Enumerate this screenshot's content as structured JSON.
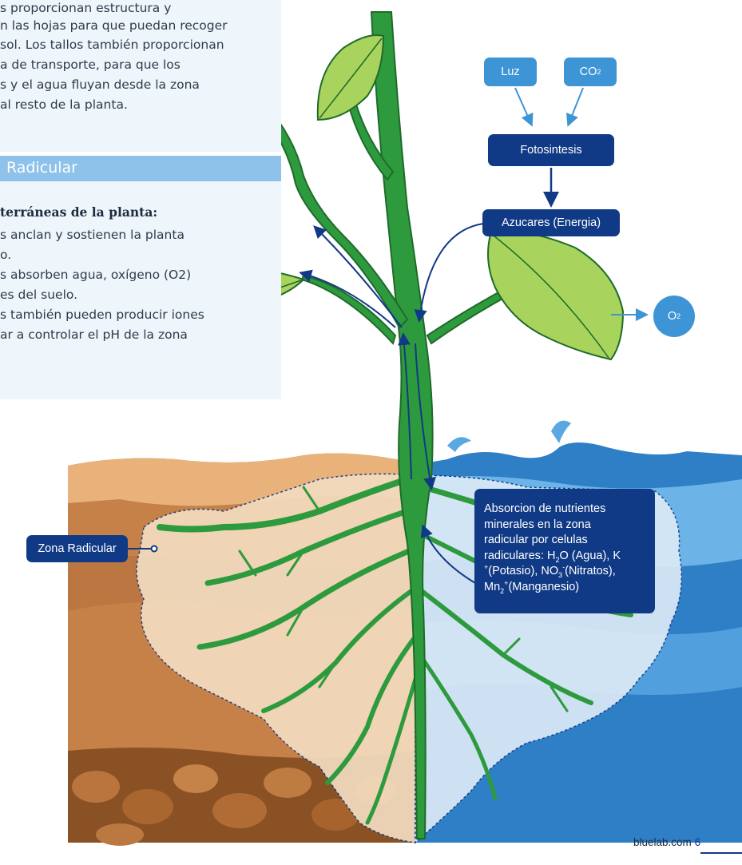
{
  "intro": {
    "lines": [
      "s proporcionan estructura y",
      "n las hojas para que puedan recoger",
      "sol. Los tallos también proporcionan",
      "a de transporte, para que los",
      "s y el agua fluyan desde la zona",
      "al resto de la planta."
    ]
  },
  "section": {
    "title": "Radicular",
    "heading": "terráneas de la planta:",
    "lines": [
      "s anclan y sostienen la planta",
      "o.",
      "s absorben agua, oxígeno (O2)",
      "es del suelo.",
      "s también pueden producir iones",
      "ar a controlar el pH de la zona"
    ]
  },
  "labels": {
    "luz": "Luz",
    "co2_main": "CO",
    "co2_sub": "2",
    "fotosintesis": "Fotosintesis",
    "azucares": "Azucares (Energia)",
    "o2_main": "O",
    "o2_sub": "2",
    "zona_radicular": "Zona Radicular"
  },
  "absorption": {
    "l1": "Absorcion de nutrientes",
    "l2": "minerales en la zona",
    "l3": "radicular por celulas",
    "l4a": "radiculares: H",
    "l4sub": "2",
    "l4b": "O (Agua), K",
    "l5a": "+",
    "l5b": "(Potasio), NO",
    "l5sub": "3",
    "l5sup": "-",
    "l5c": "(Nitratos),",
    "l6a": "Mn",
    "l6sub": "2",
    "l6sup": "+",
    "l6b": "(Manganesio)"
  },
  "footer": {
    "site": "bluelab.com",
    "page": "6"
  },
  "colors": {
    "stem": "#2e9a3e",
    "stem_dark": "#1f6b2a",
    "leaf": "#a8d35c",
    "water": "#4b9fdc",
    "soil": "#c9894b",
    "accent_dark": "#113a86",
    "accent_light": "#3d95d6"
  }
}
